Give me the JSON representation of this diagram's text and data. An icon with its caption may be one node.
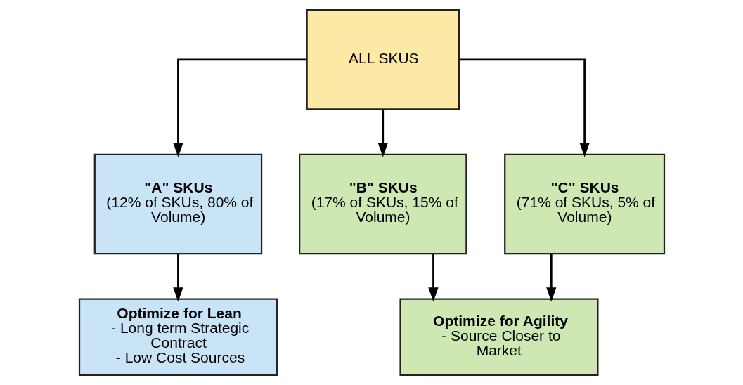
{
  "diagram": {
    "nodes": [
      {
        "text": [
          "ALL SKUS"
        ]
      },
      {
        "text": [
          "\"A\" SKUs",
          "(12% of SKUs, 80% of Volume)"
        ]
      },
      {
        "text": [
          "\"B\" SKUs",
          "(17% of SKUs, 15% of Volume)"
        ]
      },
      {
        "text": [
          "\"C\" SKUs",
          "(71% of SKUs, 5% of Volume)"
        ]
      },
      {
        "text": [
          "Optimize for Lean",
          "- Long term Strategic Contract",
          "- Low Cost Sources"
        ]
      },
      {
        "text": [
          "Optimize for Agility",
          "- Source Closer to Market"
        ]
      }
    ],
    "edges": [
      {
        "from": 0,
        "to": 1,
        "arrow": "to"
      },
      {
        "from": 0,
        "to": 2,
        "arrow": "to"
      },
      {
        "from": 0,
        "to": 3,
        "arrow": "to"
      },
      {
        "from": 1,
        "to": 4,
        "arrow": "to"
      },
      {
        "from": 2,
        "to": 5,
        "arrow": "to"
      },
      {
        "from": 3,
        "to": 5,
        "arrow": "to"
      }
    ]
  }
}
